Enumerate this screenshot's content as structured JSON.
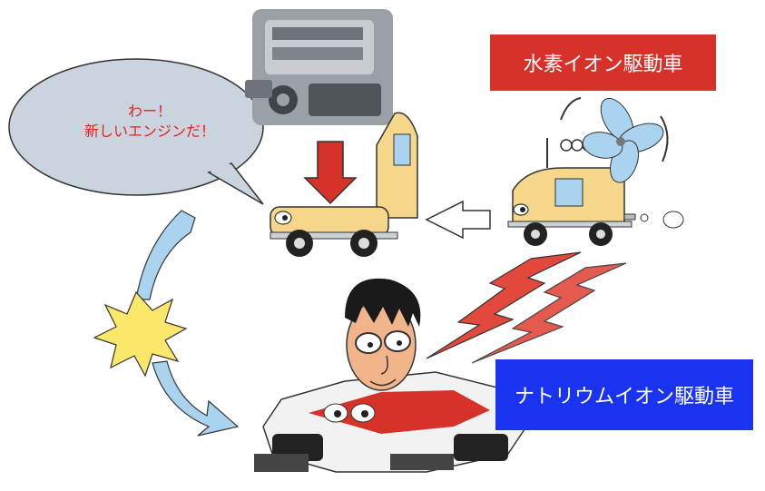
{
  "speech_bubble": {
    "line1": "わー！",
    "line2": "新しいエンジンだ！"
  },
  "labels": {
    "hydrogen": "水素イオン駆動車",
    "sodium": "ナトリウムイオン駆動車"
  },
  "colors": {
    "hydrogen_box": "#d7322a",
    "sodium_box": "#1933f0",
    "bubble_fill": "#c9d4df",
    "bubble_text": "#e8201c",
    "truck_body": "#f6d68a",
    "down_arrow": "#d7322a",
    "lightning": "#e2493c",
    "burst": "#fbe86a",
    "swirl_arrow": "#a9d3ef"
  },
  "icons": {
    "engine": "engine-icon",
    "down_arrow": "down-arrow-icon",
    "left_arrow": "left-arrow-icon",
    "lightning": "lightning-icon",
    "burst": "burst-icon",
    "swirl": "swirl-arrow-icon",
    "propeller": "propeller-icon",
    "racer": "race-car-driver-icon"
  }
}
